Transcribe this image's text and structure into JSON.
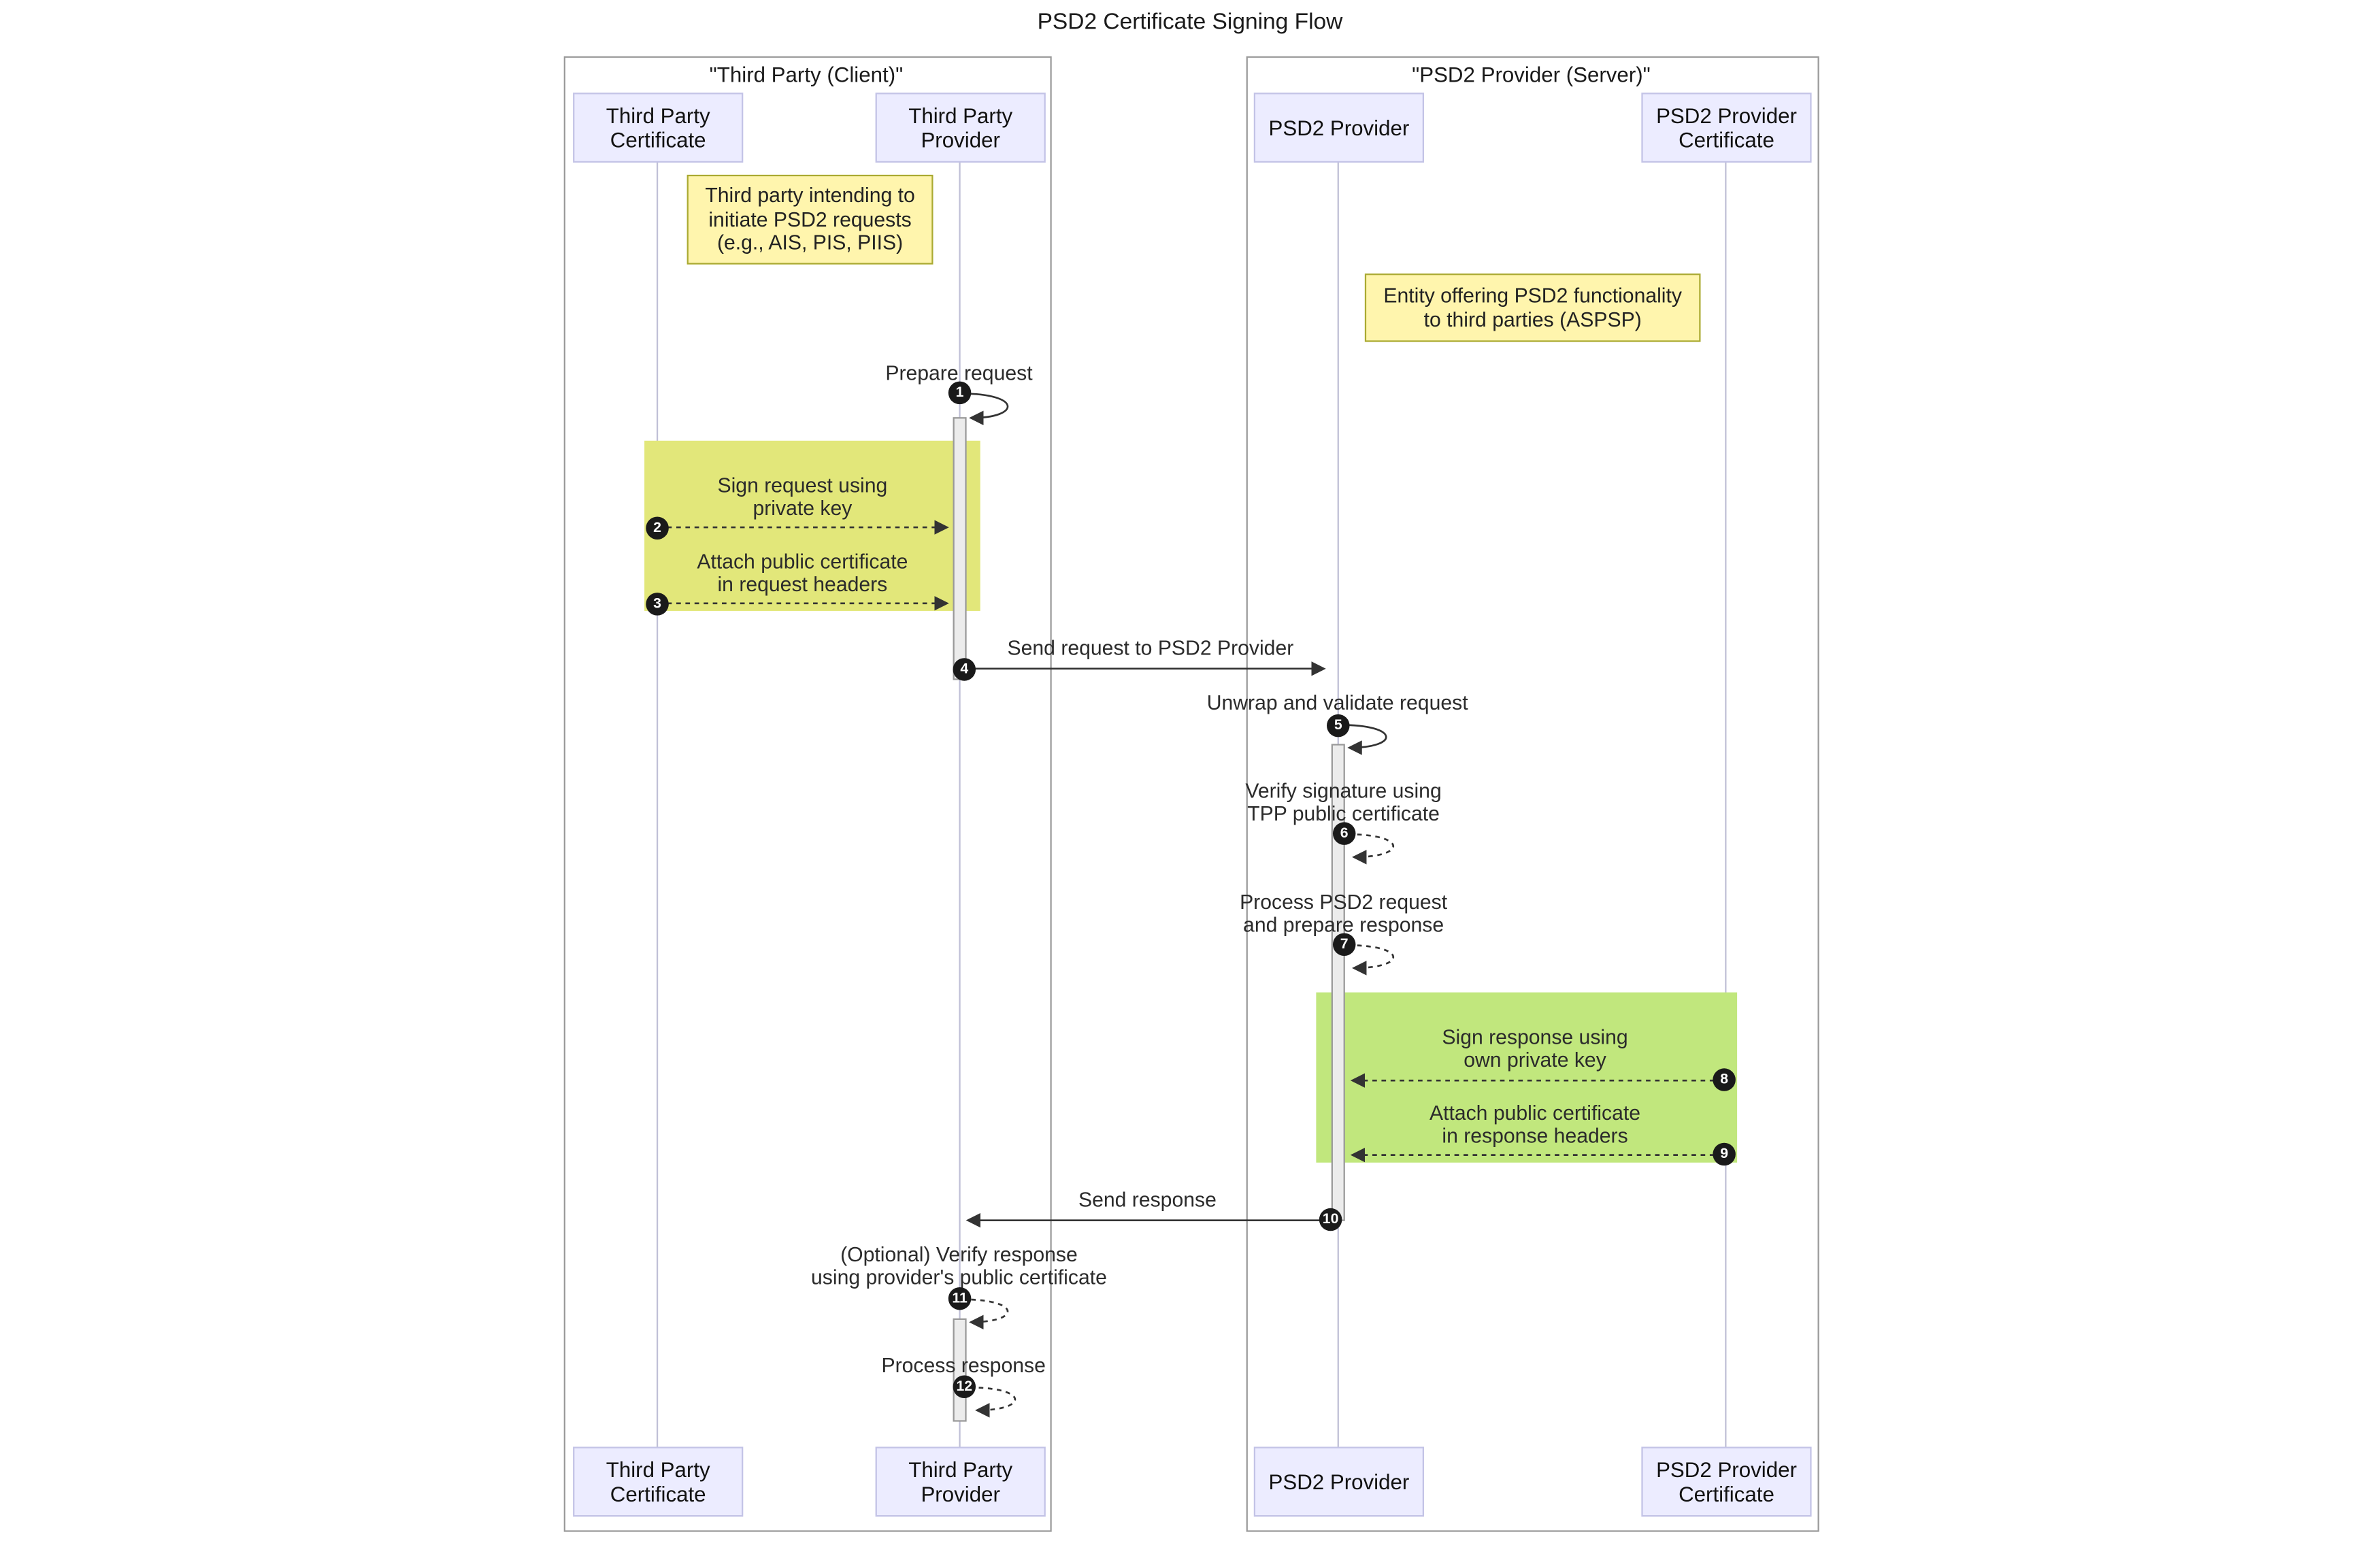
{
  "title": "PSD2 Certificate Signing Flow",
  "groups": [
    {
      "label": "\"Third Party (Client)\""
    },
    {
      "label": "\"PSD2 Provider (Server)\""
    }
  ],
  "participants": [
    {
      "lines": [
        "Third Party",
        "Certificate"
      ]
    },
    {
      "lines": [
        "Third Party",
        "Provider"
      ]
    },
    {
      "lines": [
        "PSD2 Provider"
      ]
    },
    {
      "lines": [
        "PSD2 Provider",
        "Certificate"
      ]
    }
  ],
  "notes": [
    {
      "lines": [
        "Third party intending to",
        "initiate PSD2 requests",
        "(e.g., AIS, PIS, PIIS)"
      ]
    },
    {
      "lines": [
        "Entity offering PSD2 functionality",
        "to third parties (ASPSP)"
      ]
    }
  ],
  "messages": [
    {
      "num": "1",
      "lines": [
        "Prepare request"
      ]
    },
    {
      "num": "2",
      "lines": [
        "Sign request using",
        "private key"
      ]
    },
    {
      "num": "3",
      "lines": [
        "Attach public certificate",
        "in request headers"
      ]
    },
    {
      "num": "4",
      "lines": [
        "Send request to PSD2 Provider"
      ]
    },
    {
      "num": "5",
      "lines": [
        "Unwrap and validate request"
      ]
    },
    {
      "num": "6",
      "lines": [
        "Verify signature using",
        "TPP public certificate"
      ]
    },
    {
      "num": "7",
      "lines": [
        "Process PSD2 request",
        "and prepare response"
      ]
    },
    {
      "num": "8",
      "lines": [
        "Sign response using",
        "own private key"
      ]
    },
    {
      "num": "9",
      "lines": [
        "Attach public certificate",
        "in response headers"
      ]
    },
    {
      "num": "10",
      "lines": [
        "Send response"
      ]
    },
    {
      "num": "11",
      "lines": [
        "(Optional) Verify response",
        "using provider's public certificate"
      ]
    },
    {
      "num": "12",
      "lines": [
        "Process response"
      ]
    }
  ],
  "colors": {
    "participant_fill": "#ECECFF",
    "participant_border": "#c3c3e6",
    "group_border": "#9a9a9a",
    "note_fill": "#fff5ad",
    "note_border": "#aaaa33",
    "highlight_yellow": "#e2e77a",
    "highlight_green": "#c1e77d",
    "lifeline": "#bfbfd6",
    "activation_fill": "#ececec",
    "activation_border": "#999999",
    "arrow": "#333333",
    "text": "#2b2b2b"
  }
}
